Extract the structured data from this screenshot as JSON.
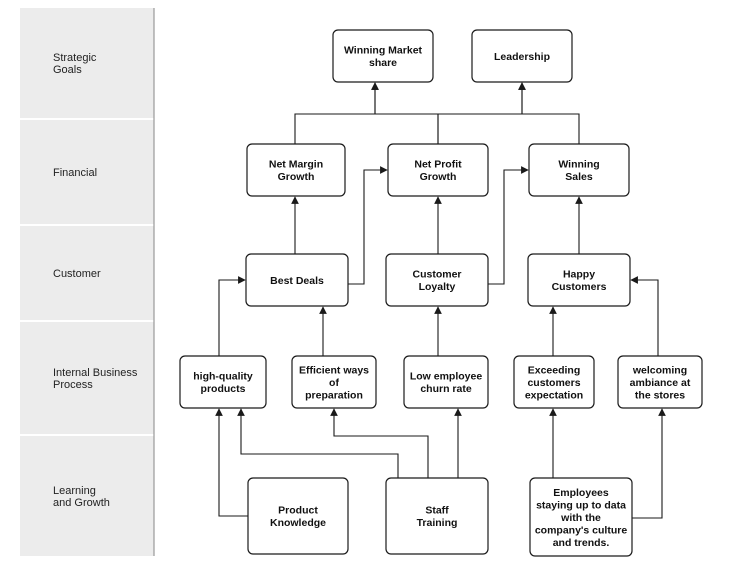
{
  "bands": [
    {
      "id": "strategic",
      "lines": [
        "Strategic",
        "Goals"
      ]
    },
    {
      "id": "financial",
      "lines": [
        "Financial"
      ]
    },
    {
      "id": "customer",
      "lines": [
        "Customer"
      ]
    },
    {
      "id": "internal",
      "lines": [
        "Internal Business",
        "Process"
      ]
    },
    {
      "id": "learning",
      "lines": [
        "Learning",
        "and Growth"
      ]
    }
  ],
  "nodes": [
    {
      "id": "winning-market-share",
      "lines": [
        "Winning Market",
        "share"
      ]
    },
    {
      "id": "leadership",
      "lines": [
        "Leadership"
      ]
    },
    {
      "id": "net-margin-growth",
      "lines": [
        "Net Margin",
        "Growth"
      ]
    },
    {
      "id": "net-profit-growth",
      "lines": [
        "Net Profit",
        "Growth"
      ]
    },
    {
      "id": "winning-sales",
      "lines": [
        "Winning",
        "Sales"
      ]
    },
    {
      "id": "best-deals",
      "lines": [
        "Best Deals"
      ]
    },
    {
      "id": "customer-loyalty",
      "lines": [
        "Customer",
        "Loyalty"
      ]
    },
    {
      "id": "happy-customers",
      "lines": [
        "Happy",
        "Customers"
      ]
    },
    {
      "id": "high-quality-products",
      "lines": [
        "high-quality",
        "products"
      ]
    },
    {
      "id": "efficient-ways",
      "lines": [
        "Efficient ways",
        "of",
        "preparation"
      ]
    },
    {
      "id": "low-employee-churn",
      "lines": [
        "Low employee",
        "churn rate"
      ]
    },
    {
      "id": "exceeding-expectation",
      "lines": [
        "Exceeding",
        "customers",
        "expectation"
      ]
    },
    {
      "id": "welcoming-ambiance",
      "lines": [
        "welcoming",
        "ambiance at",
        "the stores"
      ]
    },
    {
      "id": "product-knowledge",
      "lines": [
        "Product",
        "Knowledge"
      ]
    },
    {
      "id": "staff-training",
      "lines": [
        "Staff",
        "Training"
      ]
    },
    {
      "id": "employees-up-to-data",
      "lines": [
        "Employees",
        "staying up to data",
        "with the",
        "company's culture",
        "and trends."
      ]
    }
  ],
  "edges": [
    {
      "from": "net-margin-growth",
      "to": "winning-market-share"
    },
    {
      "from": "net-profit-growth",
      "to": "winning-market-share"
    },
    {
      "from": "net-profit-growth",
      "to": "leadership"
    },
    {
      "from": "winning-sales",
      "to": "leadership"
    },
    {
      "from": "best-deals",
      "to": "net-margin-growth"
    },
    {
      "from": "best-deals",
      "to": "net-profit-growth"
    },
    {
      "from": "customer-loyalty",
      "to": "net-profit-growth"
    },
    {
      "from": "customer-loyalty",
      "to": "winning-sales"
    },
    {
      "from": "happy-customers",
      "to": "winning-sales"
    },
    {
      "from": "high-quality-products",
      "to": "best-deals"
    },
    {
      "from": "efficient-ways",
      "to": "best-deals"
    },
    {
      "from": "low-employee-churn",
      "to": "customer-loyalty"
    },
    {
      "from": "exceeding-expectation",
      "to": "happy-customers"
    },
    {
      "from": "welcoming-ambiance",
      "to": "happy-customers"
    },
    {
      "from": "product-knowledge",
      "to": "high-quality-products"
    },
    {
      "from": "staff-training",
      "to": "high-quality-products"
    },
    {
      "from": "staff-training",
      "to": "efficient-ways"
    },
    {
      "from": "staff-training",
      "to": "low-employee-churn"
    },
    {
      "from": "employees-up-to-data",
      "to": "exceeding-expectation"
    },
    {
      "from": "employees-up-to-data",
      "to": "welcoming-ambiance"
    }
  ],
  "colors": {
    "band_fill": "#ececec",
    "band_separator": "#ffffff",
    "band_edge": "#9a9a9a",
    "line": "#1a1a1a"
  }
}
